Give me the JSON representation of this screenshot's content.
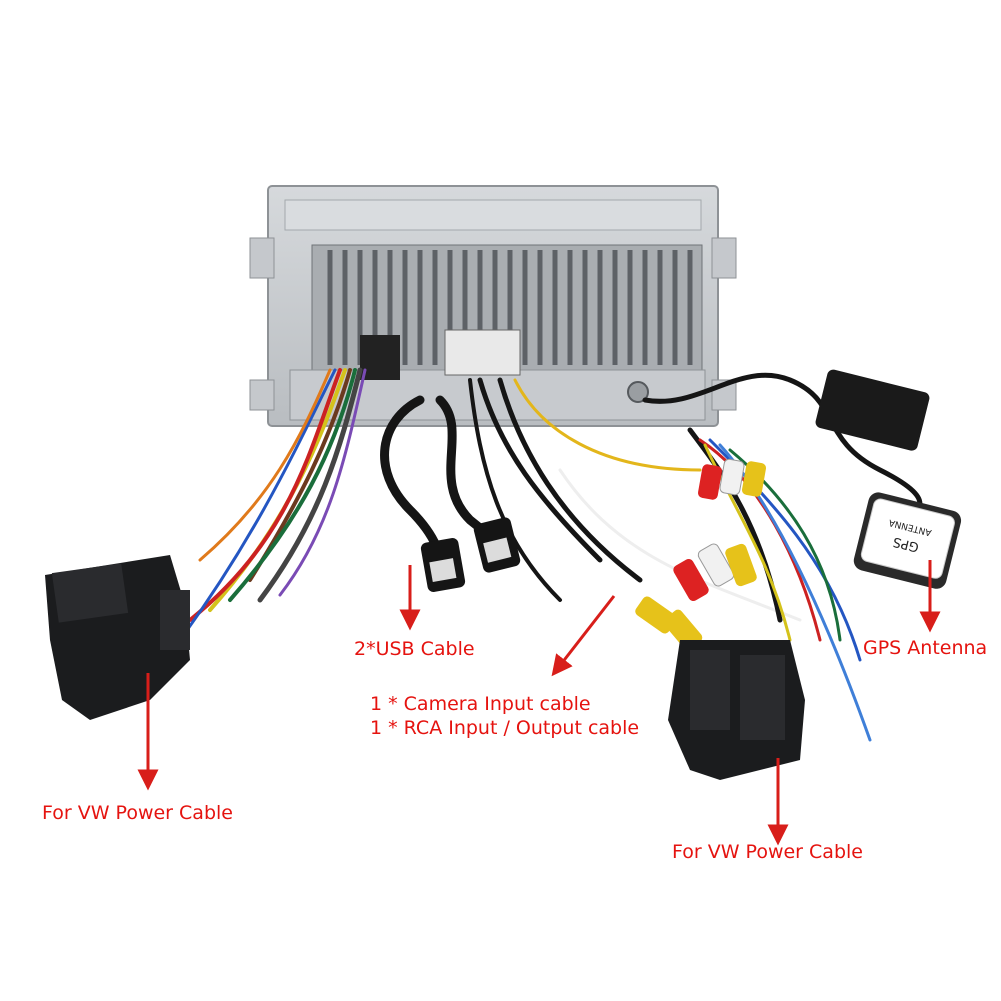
{
  "labels": {
    "usb": "2*USB Cable",
    "gps": "GPS Antenna",
    "camera_line1": "1 * Camera Input cable",
    "camera_line2": "1 * RCA Input / Output cable",
    "vw_left": "For VW Power Cable",
    "vw_right": "For VW Power Cable"
  },
  "gps_module": {
    "line1": "GPS",
    "line2": "ANTENNA"
  },
  "colors": {
    "annotation_red": "#e5130f",
    "arrow_red": "#d81e1a",
    "chassis": "#c9cdd1",
    "connector_black": "#1b1c1e"
  }
}
